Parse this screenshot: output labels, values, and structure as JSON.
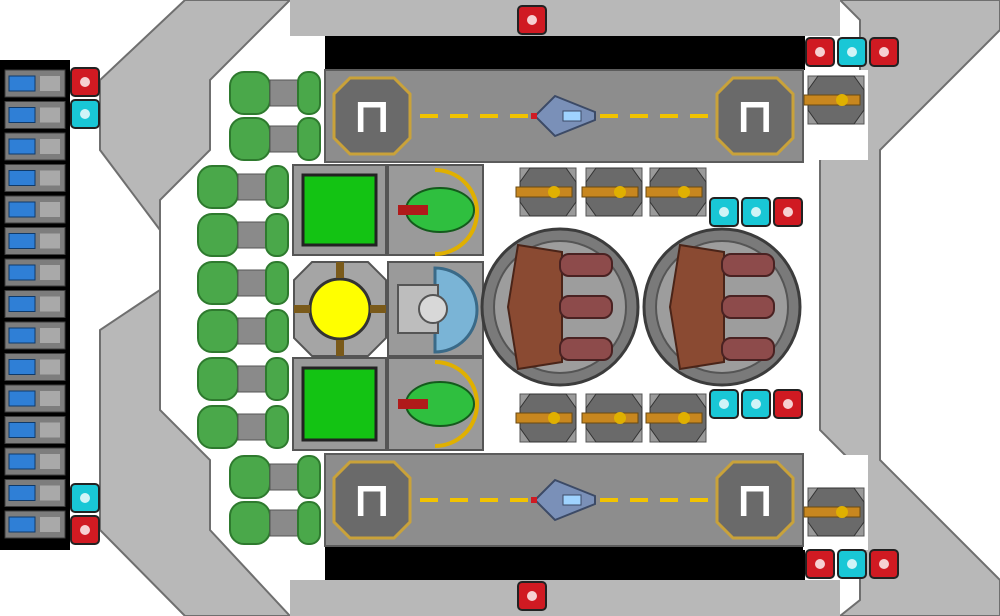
{
  "ship": {
    "colors": {
      "hull": "#b8b8b8",
      "hull_edge": "#6f6f6f",
      "void": "#000000",
      "deck": "#c9c9c9",
      "runway": "#8d8d8d",
      "runway_stripe": "#f2c300",
      "hangar_pad": "#6a6a6a",
      "pad_ring": "#c9a23a",
      "fuel_tank": "#4aa84a",
      "fuel_tank_dark": "#2e7a2e",
      "pipe": "#8a8a8a",
      "battery_blue": "#2f7fd6",
      "power_green": "#13c313",
      "reactor_core": "#ffff00",
      "red_light": "#d01a22",
      "cyan_light": "#19c7d6",
      "brass": "#c8871f",
      "gun_body": "#8a4a32",
      "barrel": "#8d4b4b",
      "fighter_hull": "#7a90b8",
      "drone_green": "#2fbf3f"
    },
    "modules": {
      "hangar_pads": [
        "pad-top-left",
        "pad-top-right",
        "pad-bottom-left",
        "pad-bottom-right"
      ],
      "fighters": [
        "fighter-top",
        "fighter-bottom"
      ],
      "power_blocks": [
        "power-block-top",
        "power-block-bottom"
      ],
      "reactor": "reactor-core",
      "shield_generator": "shield-generator",
      "drone_bays": [
        "drone-bay-top",
        "drone-bay-bottom"
      ],
      "main_turrets": [
        "main-turret-left",
        "main-turret-right"
      ],
      "point_defense": [
        "pd-top-1",
        "pd-top-2",
        "pd-top-3",
        "pd-bottom-1",
        "pd-bottom-2",
        "pd-bottom-3",
        "pd-upper-right",
        "pd-lower-right"
      ],
      "battery_cells": 15,
      "fuel_tank_rows": 10
    },
    "hangar_pad_glyph": "⊓"
  }
}
